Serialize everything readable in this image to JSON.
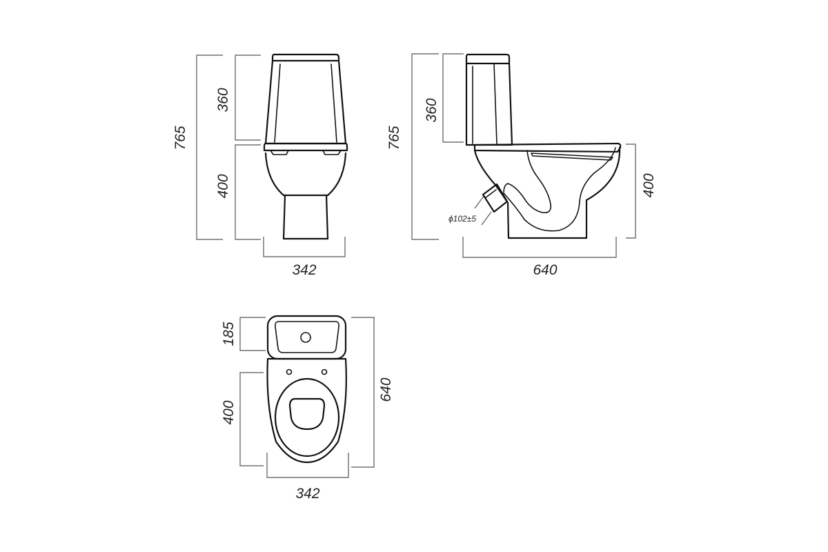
{
  "colors": {
    "line": "#111111",
    "dimension": "#555555",
    "background": "#ffffff"
  },
  "front_view": {
    "overall_height": "765",
    "tank_height": "360",
    "bowl_height": "400",
    "width": "342"
  },
  "side_view": {
    "overall_height": "765",
    "tank_height": "360",
    "bowl_height": "400",
    "depth": "640",
    "outlet": "ϕ102±5"
  },
  "top_view": {
    "tank_depth": "185",
    "bowl_depth": "400",
    "overall_depth": "640",
    "width": "342"
  }
}
